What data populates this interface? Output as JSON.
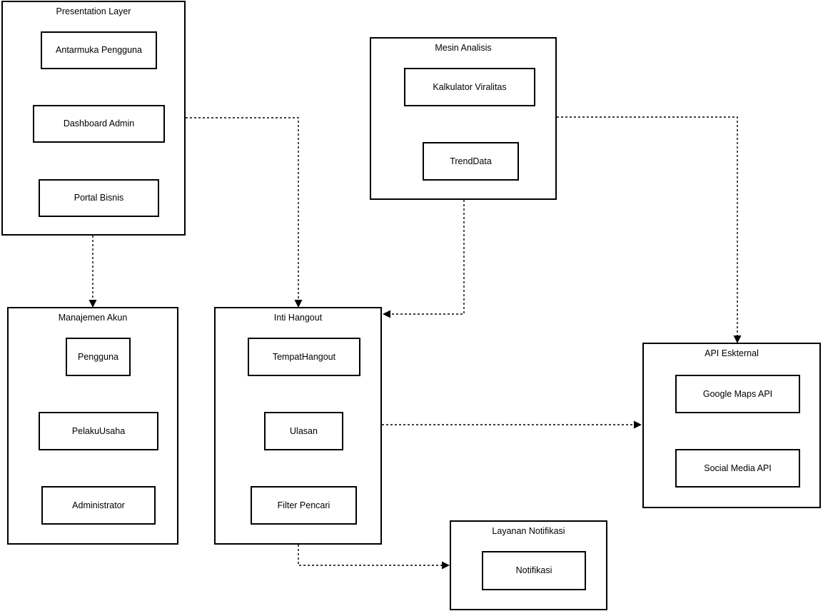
{
  "diagram": {
    "type": "package-diagram",
    "title": "",
    "line_style": "dashed",
    "arrow_style": "filled-triangle",
    "stroke_color": "#000000",
    "background_color": "#ffffff"
  },
  "packages": [
    {
      "id": "presentation-layer",
      "title": "Presentation Layer",
      "nodes": [
        {
          "id": "antarmuka-pengguna",
          "label": "Antarmuka Pengguna"
        },
        {
          "id": "dashboard-admin",
          "label": "Dashboard Admin"
        },
        {
          "id": "portal-bisnis",
          "label": "Portal Bisnis"
        }
      ]
    },
    {
      "id": "mesin-analisis",
      "title": "Mesin Analisis",
      "nodes": [
        {
          "id": "kalkulator-viralitas",
          "label": "Kalkulator Viralitas"
        },
        {
          "id": "trenddata",
          "label": "TrendData"
        }
      ]
    },
    {
      "id": "manajemen-akun",
      "title": "Manajemen Akun",
      "nodes": [
        {
          "id": "pengguna",
          "label": "Pengguna"
        },
        {
          "id": "pelakuusaha",
          "label": "PelakuUsaha"
        },
        {
          "id": "administrator",
          "label": "Administrator"
        }
      ]
    },
    {
      "id": "inti-hangout",
      "title": "Inti Hangout",
      "nodes": [
        {
          "id": "tempathangout",
          "label": "TempatHangout"
        },
        {
          "id": "ulasan",
          "label": "Ulasan"
        },
        {
          "id": "filter-pencari",
          "label": "Filter Pencari"
        }
      ]
    },
    {
      "id": "api-eksternal",
      "title": "API Eskternal",
      "nodes": [
        {
          "id": "google-maps-api",
          "label": "Google Maps API"
        },
        {
          "id": "social-media-api",
          "label": "Social Media API"
        }
      ]
    },
    {
      "id": "layanan-notifikasi",
      "title": "Layanan Notifikasi",
      "nodes": [
        {
          "id": "notifikasi",
          "label": "Notifikasi"
        }
      ]
    }
  ],
  "connectors": [
    {
      "id": "presentation-to-manajemen",
      "from": "presentation-layer",
      "to": "manajemen-akun",
      "style": "dashed",
      "arrow": "to"
    },
    {
      "id": "presentation-to-inti",
      "from": "presentation-layer",
      "to": "inti-hangout",
      "style": "dashed",
      "arrow": "to"
    },
    {
      "id": "mesin-to-api",
      "from": "mesin-analisis",
      "to": "api-eksternal",
      "style": "dashed",
      "arrow": "to"
    },
    {
      "id": "mesin-to-inti",
      "from": "mesin-analisis",
      "to": "inti-hangout",
      "style": "dashed",
      "arrow": "to"
    },
    {
      "id": "inti-to-api",
      "from": "inti-hangout",
      "to": "api-eksternal",
      "style": "dashed",
      "arrow": "to"
    },
    {
      "id": "inti-to-notifikasi",
      "from": "inti-hangout",
      "to": "layanan-notifikasi",
      "style": "dashed",
      "arrow": "to"
    }
  ]
}
